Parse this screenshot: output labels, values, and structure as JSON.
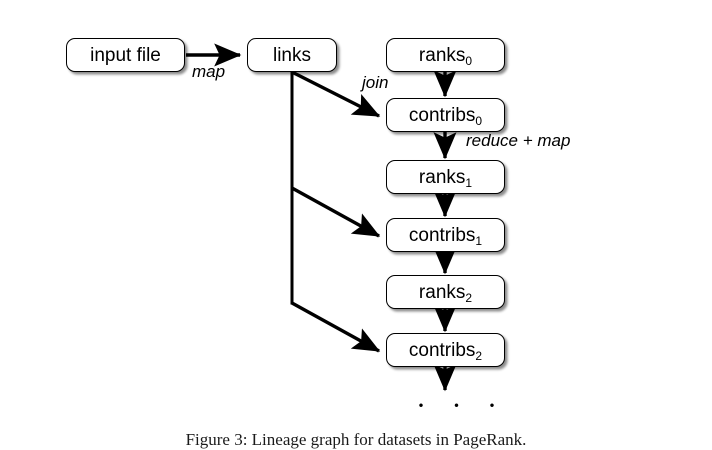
{
  "figure": {
    "caption": "Figure 3: Lineage graph for datasets in PageRank.",
    "colors": {
      "background": "#ffffff",
      "node_fill": "#ffffff",
      "node_stroke": "#000000",
      "edge_stroke": "#000000",
      "text": "#000000"
    }
  },
  "nodes": [
    {
      "id": "input-file",
      "label": "input file",
      "base": "input file",
      "sub": ""
    },
    {
      "id": "links",
      "label": "links",
      "base": "links",
      "sub": ""
    },
    {
      "id": "ranks-0",
      "label": "ranks0",
      "base": "ranks",
      "sub": "0"
    },
    {
      "id": "contribs-0",
      "label": "contribs0",
      "base": "contribs",
      "sub": "0"
    },
    {
      "id": "ranks-1",
      "label": "ranks1",
      "base": "ranks",
      "sub": "1"
    },
    {
      "id": "contribs-1",
      "label": "contribs1",
      "base": "contribs",
      "sub": "1"
    },
    {
      "id": "ranks-2",
      "label": "ranks2",
      "base": "ranks",
      "sub": "2"
    },
    {
      "id": "contribs-2",
      "label": "contribs2",
      "base": "contribs",
      "sub": "2"
    }
  ],
  "edge_labels": [
    {
      "id": "map",
      "text": "map"
    },
    {
      "id": "join",
      "text": "join"
    },
    {
      "id": "reduce-plus-map",
      "text": "reduce + map"
    }
  ],
  "ellipsis": {
    "text": "· · ·"
  },
  "edges": [
    {
      "from": "input-file",
      "to": "links",
      "label": "map"
    },
    {
      "from": "links",
      "to": "contribs-0",
      "label": "join"
    },
    {
      "from": "ranks-0",
      "to": "contribs-0",
      "label": ""
    },
    {
      "from": "contribs-0",
      "to": "ranks-1",
      "label": "reduce + map"
    },
    {
      "from": "links",
      "to": "contribs-1",
      "label": ""
    },
    {
      "from": "ranks-1",
      "to": "contribs-1",
      "label": ""
    },
    {
      "from": "contribs-1",
      "to": "ranks-2",
      "label": ""
    },
    {
      "from": "links",
      "to": "contribs-2",
      "label": ""
    },
    {
      "from": "ranks-2",
      "to": "contribs-2",
      "label": ""
    },
    {
      "from": "contribs-2",
      "to": "ellipsis",
      "label": ""
    }
  ]
}
